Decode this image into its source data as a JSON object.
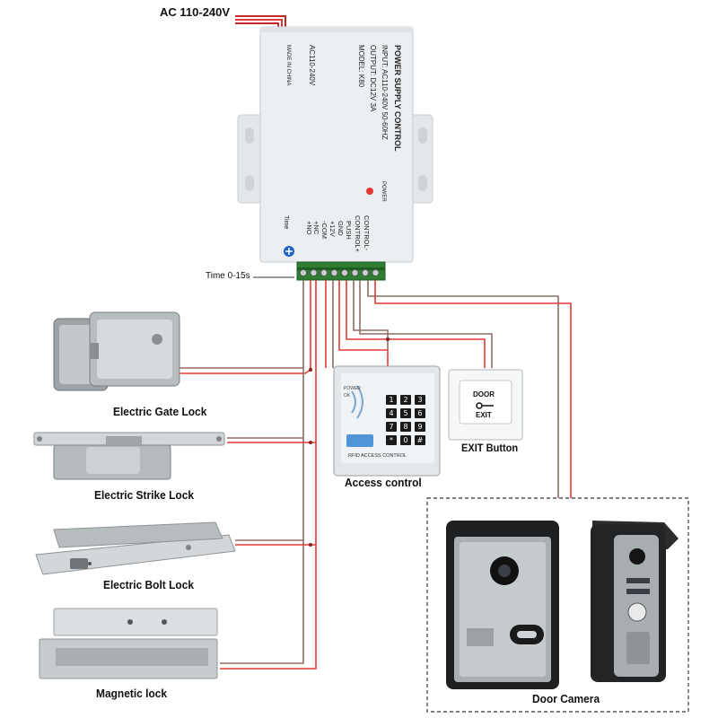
{
  "power_input_label": "AC 110-240V",
  "psu": {
    "title": "POWER SUPPLY CONTROL",
    "input_line": "INPUT: AC110-240V  50-60HZ",
    "output_line": "OUTPUT: DC12V  3A",
    "model_line": "MODEL: K80",
    "side_voltage": "AC110-240V",
    "made_in": "MADE IN CHINA",
    "power_indicator": "POWER",
    "time_knob_label": "Time",
    "terminals": [
      "+NO",
      "+NC",
      "-COM",
      "+12V",
      "GND",
      "PUSH",
      "CONTROL+",
      "CONTROL-"
    ]
  },
  "time_note": "Time 0-15s",
  "devices": {
    "gate_lock": "Electric Gate Lock",
    "strike_lock": "Electric Strike Lock",
    "bolt_lock": "Electric Bolt Lock",
    "magnetic_lock": "Magnetic lock",
    "access_control": "Access control",
    "exit_button": "EXIT Button",
    "door_camera": "Door  Camera"
  },
  "keypad": {
    "keys": [
      "1",
      "2",
      "3",
      "4",
      "5",
      "6",
      "7",
      "8",
      "9",
      "*",
      "0",
      "#"
    ],
    "indicator_power": "POWER",
    "indicator_ok": "OK",
    "brand_line": "RFID ACCESS CONTROL"
  },
  "exit_plate": {
    "line1": "DOOR",
    "line2": "EXIT"
  },
  "colors": {
    "wire_red": "#e53935",
    "wire_brown": "#8d6e63",
    "terminal_green": "#2e7d32",
    "psu_body": "#e9ecee"
  }
}
